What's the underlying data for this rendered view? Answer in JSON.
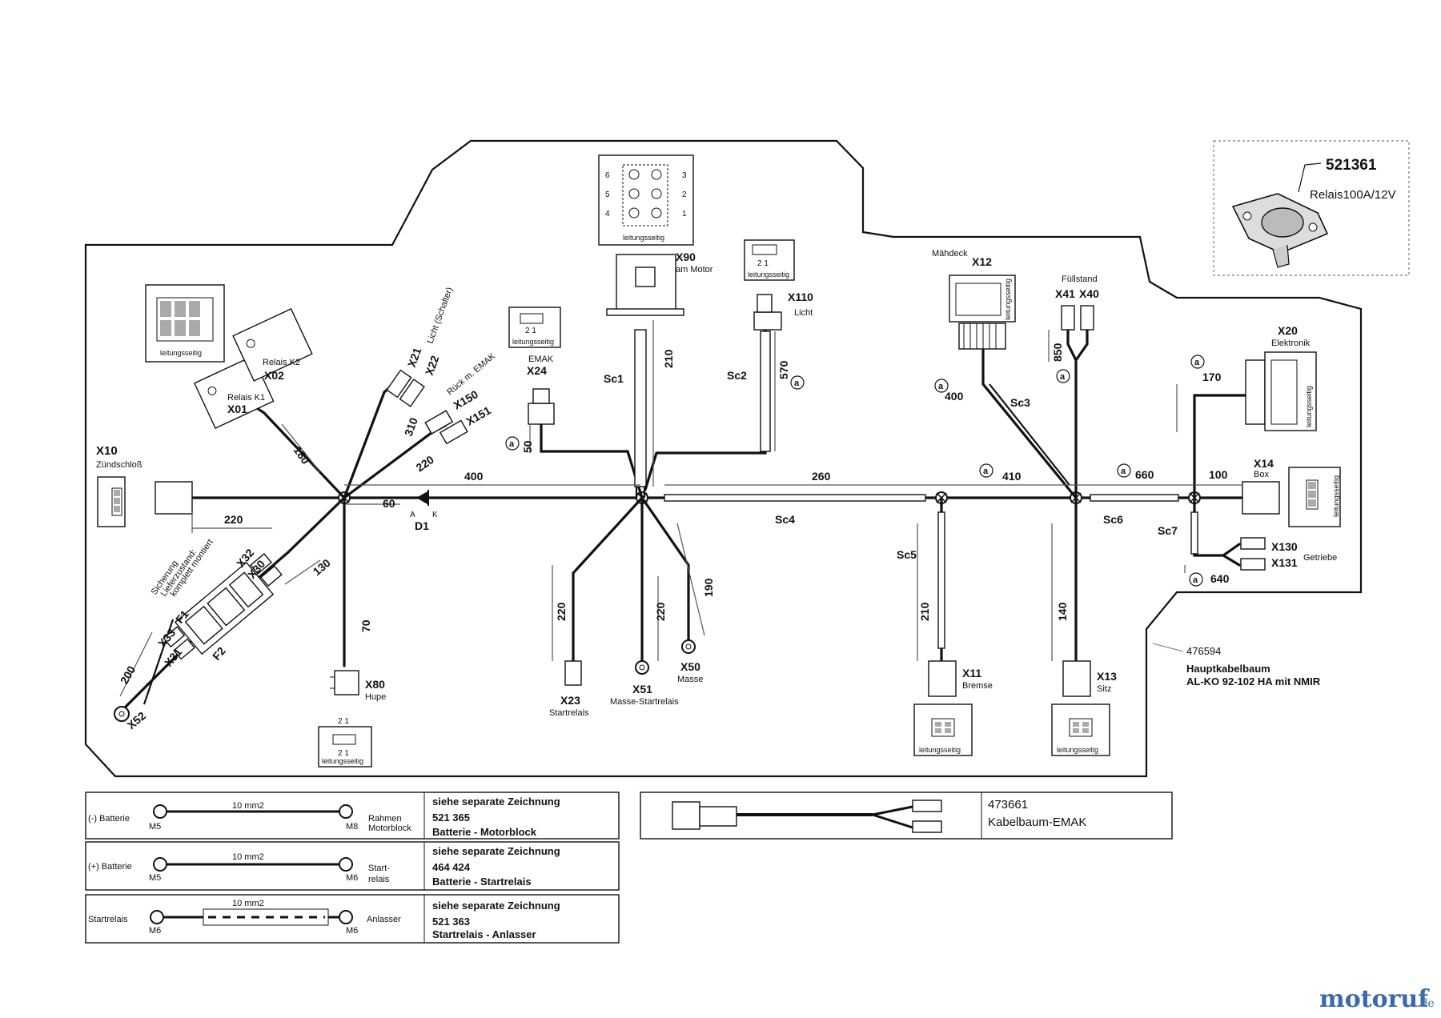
{
  "relay_part": {
    "number": "521361",
    "desc": "Relais100A/12V"
  },
  "main_harness": {
    "number": "476594",
    "title1": "Hauptkabelbaum",
    "title2": "AL-KO 92-102 HA mit NMIR"
  },
  "emak_harness": {
    "number": "473661",
    "title": "Kabelbaum-EMAK"
  },
  "side_label": "leitungsseitig",
  "connectors": {
    "x01": "X01",
    "relais_k1": "Relais K1",
    "x02": "X02",
    "relais_k2": "Relais K2",
    "x10": "X10",
    "x10_desc": "Zündschloß",
    "x21": "X21",
    "x21_desc": "Licht (Schalter)",
    "x22": "X22",
    "x150": "X150",
    "x151": "X151",
    "x150_desc": "Rück m. EMAK",
    "x24": "X24",
    "x24_desc": "EMAK",
    "x90": "X90",
    "x90_desc": "am Motor",
    "x110": "X110",
    "x110_desc": "Licht",
    "x12": "X12",
    "x12_desc": "Mähdeck",
    "x41": "X41",
    "x40": "X40",
    "x41_desc": "Füllstand",
    "x20": "X20",
    "x20_desc": "Elektronik",
    "x14": "X14",
    "x14_desc": "Box",
    "x130": "X130",
    "x131": "X131",
    "x130_desc": "Getriebe",
    "x11": "X11",
    "x11_desc": "Bremse",
    "x13": "X13",
    "x13_desc": "Sitz",
    "x23": "X23",
    "x23_desc": "Startrelais",
    "x51": "X51",
    "x51_desc": "Masse-Startrelais",
    "x50": "X50",
    "x50_desc": "Masse",
    "x80": "X80",
    "x80_desc": "Hupe",
    "x32": "X32",
    "x30": "X30",
    "x33": "X33",
    "x31": "X31",
    "x52": "X52",
    "f1": "F1",
    "f2": "F2",
    "d1": "D1",
    "fuse_note1": "Sicherung",
    "fuse_note2": "Lieferzustand:",
    "fuse_note3": "komplett montiert"
  },
  "sleeves": {
    "sc1": "Sc1",
    "sc2": "Sc2",
    "sc3": "Sc3",
    "sc4": "Sc4",
    "sc5": "Sc5",
    "sc6": "Sc6",
    "sc7": "Sc7"
  },
  "dimensions": {
    "d180": "180",
    "d310": "310",
    "d220a": "220",
    "d400a": "400",
    "d60": "60",
    "d220b": "220",
    "d130": "130",
    "d70": "70",
    "d200": "200",
    "d50": "50",
    "d210a": "210",
    "d570": "570",
    "d260": "260",
    "d410": "410",
    "d400b": "400",
    "d850": "850",
    "d660": "660",
    "d170": "170",
    "d100": "100",
    "d640": "640",
    "d220c": "220",
    "d220d": "220",
    "d190": "190",
    "d210b": "210",
    "d140": "140"
  },
  "marker": "a",
  "pins": {
    "p1": "1",
    "p2": "2",
    "p3": "3",
    "p4": "4",
    "p5": "5",
    "p6": "6",
    "diode_a": "A",
    "diode_k": "K",
    "p21": "2 1"
  },
  "cables": [
    {
      "left": "(-) Batterie",
      "size": "10 mm2",
      "end_a": "M5",
      "end_b": "M8",
      "right": "Rahmen",
      "right2": "Motorblock",
      "note": "siehe separate Zeichnung",
      "num": "521 365",
      "desc": "Batterie - Motorblock"
    },
    {
      "left": "(+) Batterie",
      "size": "10 mm2",
      "end_a": "M5",
      "end_b": "M6",
      "right": "Start-",
      "right2": "relais",
      "note": "siehe separate Zeichnung",
      "num": "464 424",
      "desc": "Batterie - Startrelais"
    },
    {
      "left": "Startrelais",
      "size": "10 mm2",
      "end_a": "M6",
      "end_b": "M6",
      "right": "Anlasser",
      "right2": "",
      "note": "siehe separate Zeichnung",
      "num": "521 363",
      "desc": "Startrelais - Anlasser"
    }
  ],
  "watermark": {
    "brand": "motoruf",
    "tld": ".de"
  }
}
